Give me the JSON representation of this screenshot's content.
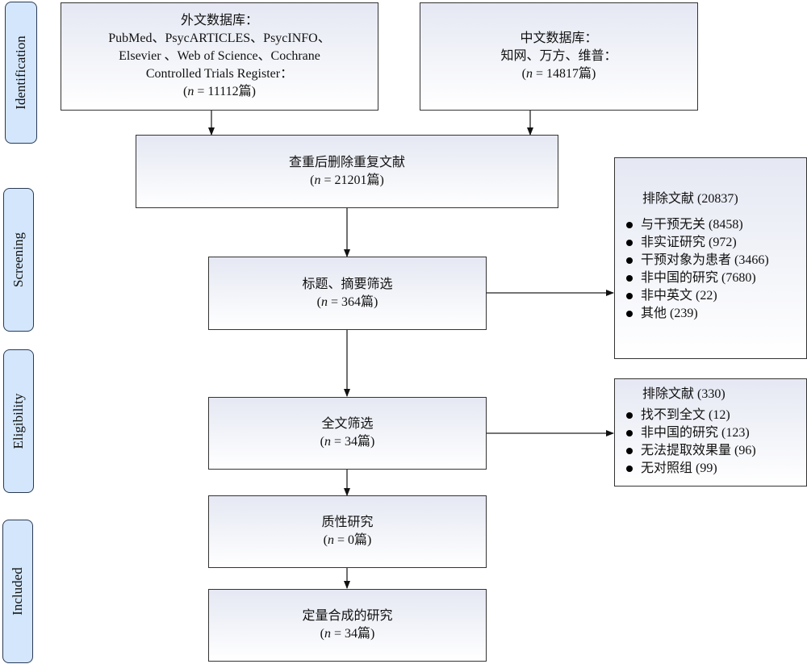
{
  "stages": [
    {
      "id": "identification",
      "label": "Identification"
    },
    {
      "id": "screening",
      "label": "Screening"
    },
    {
      "id": "eligibility",
      "label": "Eligibility"
    },
    {
      "id": "included",
      "label": "Included"
    }
  ],
  "boxes": {
    "foreign_db": {
      "lines": [
        "外文数据库：",
        "PubMed、PsycARTICLES、PsycINFO、",
        "Elsevier 、Web of Science、Cochrane",
        "Controlled Trials Register："
      ],
      "count_prefix": "(",
      "count_var": "n",
      "count_text": " = 11112篇)"
    },
    "chinese_db": {
      "lines": [
        "中文数据库：",
        "知网、万方、维普："
      ],
      "count_prefix": "(",
      "count_var": "n",
      "count_text": " = 14817篇)"
    },
    "dedup": {
      "lines": [
        "查重后删除重复文献"
      ],
      "count_prefix": "(",
      "count_var": "n",
      "count_text": " = 21201篇)"
    },
    "title_abstract": {
      "lines": [
        "标题、摘要筛选"
      ],
      "count_prefix": "(",
      "count_var": "n",
      "count_text": " = 364篇)"
    },
    "fulltext": {
      "lines": [
        "全文筛选"
      ],
      "count_prefix": "(",
      "count_var": "n",
      "count_text": " = 34篇)"
    },
    "qualitative": {
      "lines": [
        "质性研究"
      ],
      "count_prefix": "(",
      "count_var": "n",
      "count_text": " = 0篇)"
    },
    "quantitative": {
      "lines": [
        "定量合成的研究"
      ],
      "count_prefix": "(",
      "count_var": "n",
      "count_text": " = 34篇)"
    }
  },
  "exclusions": {
    "screening": {
      "title": "排除文献 (20837)",
      "items": [
        "与干预无关 (8458)",
        "非实证研究 (972)",
        "干预对象为患者 (3466)",
        "非中国的研究 (7680)",
        "非中英文 (22)",
        "其他 (239)"
      ]
    },
    "eligibility": {
      "title": "排除文献 (330)",
      "items": [
        "找不到全文 (12)",
        "非中国的研究 (123)",
        "无法提取效果量 (96)",
        "无对照组 (99)"
      ]
    }
  }
}
